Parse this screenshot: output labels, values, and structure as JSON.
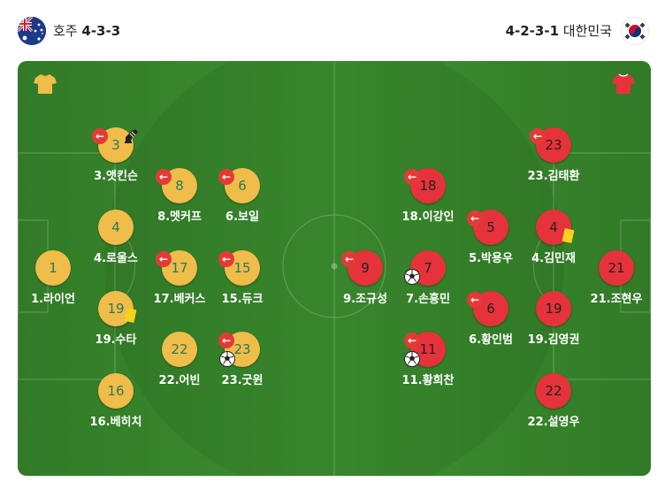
{
  "home": {
    "name": "호주",
    "formation": "4-3-3"
  },
  "away": {
    "name": "대한민국",
    "formation": "4-2-3-1"
  },
  "icons": {
    "sub_out": "arrow-left-icon",
    "goal": "soccer-ball-icon",
    "yellow_card": "yellow-card-icon",
    "assist": "boot-icon"
  },
  "colors": {
    "home_kit": "#f0bc4a",
    "away_kit": "#e6323a",
    "pitch": "#3c8f2f",
    "sub_badge": "#e53935",
    "yellow_card": "#f7d21c"
  },
  "home_players": [
    {
      "num": "1",
      "label": "1.라이언"
    },
    {
      "num": "3",
      "label": "3.앳킨슨"
    },
    {
      "num": "4",
      "label": "4.로울스"
    },
    {
      "num": "19",
      "label": "19.수타"
    },
    {
      "num": "16",
      "label": "16.베히치"
    },
    {
      "num": "8",
      "label": "8.멧커프"
    },
    {
      "num": "17",
      "label": "17.베커스"
    },
    {
      "num": "22",
      "label": "22.어빈"
    },
    {
      "num": "6",
      "label": "6.보일"
    },
    {
      "num": "15",
      "label": "15.듀크"
    },
    {
      "num": "23",
      "label": "23.굿윈"
    }
  ],
  "away_players": [
    {
      "num": "9",
      "label": "9.조규성"
    },
    {
      "num": "18",
      "label": "18.이강인"
    },
    {
      "num": "7",
      "label": "7.손흥민"
    },
    {
      "num": "11",
      "label": "11.황희찬"
    },
    {
      "num": "5",
      "label": "5.박용우"
    },
    {
      "num": "6",
      "label": "6.황인범"
    },
    {
      "num": "23",
      "label": "23.김태환"
    },
    {
      "num": "4",
      "label": "4.김민재"
    },
    {
      "num": "19",
      "label": "19.김영권"
    },
    {
      "num": "22",
      "label": "22.설영우"
    },
    {
      "num": "21",
      "label": "21.조현우"
    }
  ]
}
